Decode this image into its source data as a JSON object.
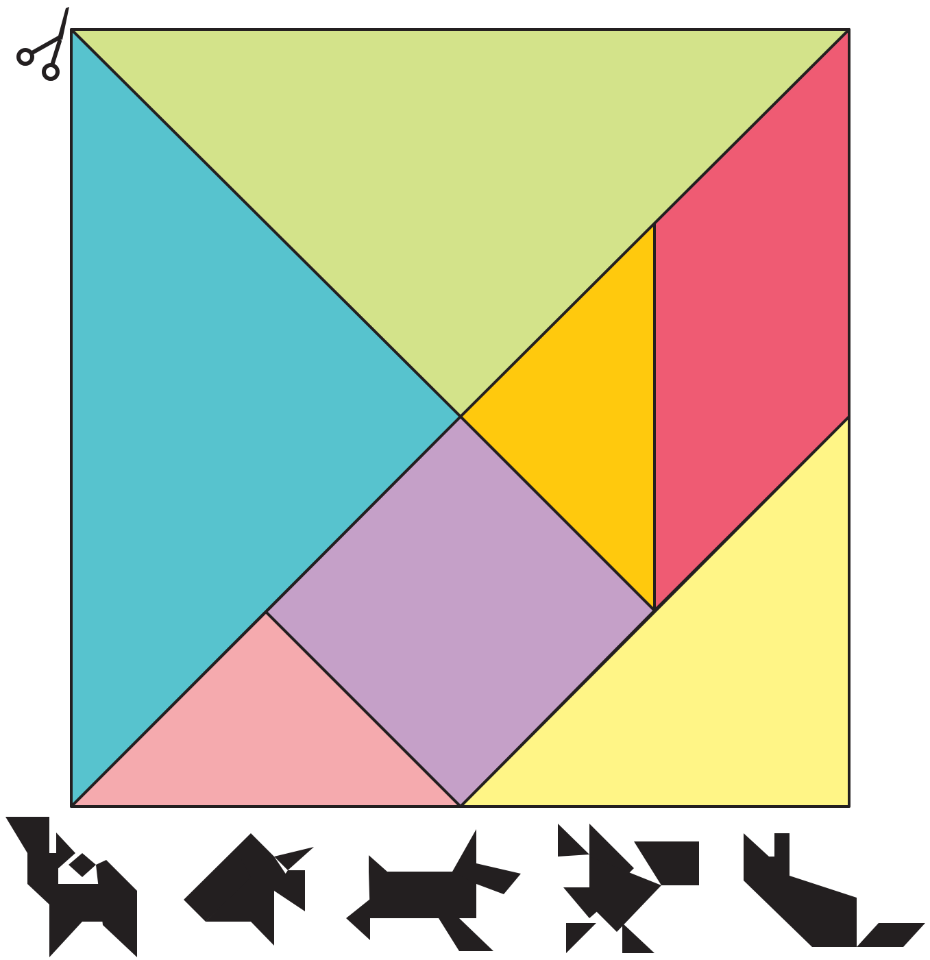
{
  "title": "",
  "tangram": {
    "outline_color": "#231f20",
    "pieces": [
      {
        "id": "large-triangle-top",
        "shape": "triangle",
        "size": "large",
        "color": "#d3e38a"
      },
      {
        "id": "large-triangle-left",
        "shape": "triangle",
        "size": "large",
        "color": "#57c3ce"
      },
      {
        "id": "parallelogram",
        "shape": "parallelogram",
        "color": "#ef5b73"
      },
      {
        "id": "small-triangle-orange",
        "shape": "triangle",
        "size": "small",
        "color": "#ffc90d"
      },
      {
        "id": "square",
        "shape": "square",
        "color": "#c5a0c8"
      },
      {
        "id": "small-triangle-pink",
        "shape": "triangle",
        "size": "small",
        "color": "#f5aaae"
      },
      {
        "id": "medium-triangle",
        "shape": "triangle",
        "size": "medium",
        "color": "#fff586"
      }
    ]
  },
  "icons": [
    "scissors-icon"
  ],
  "silhouettes": {
    "color": "#231f20",
    "items": [
      "cat-silhouette",
      "fish-silhouette",
      "dog-silhouette",
      "bird-silhouette",
      "rabbit-silhouette"
    ]
  }
}
